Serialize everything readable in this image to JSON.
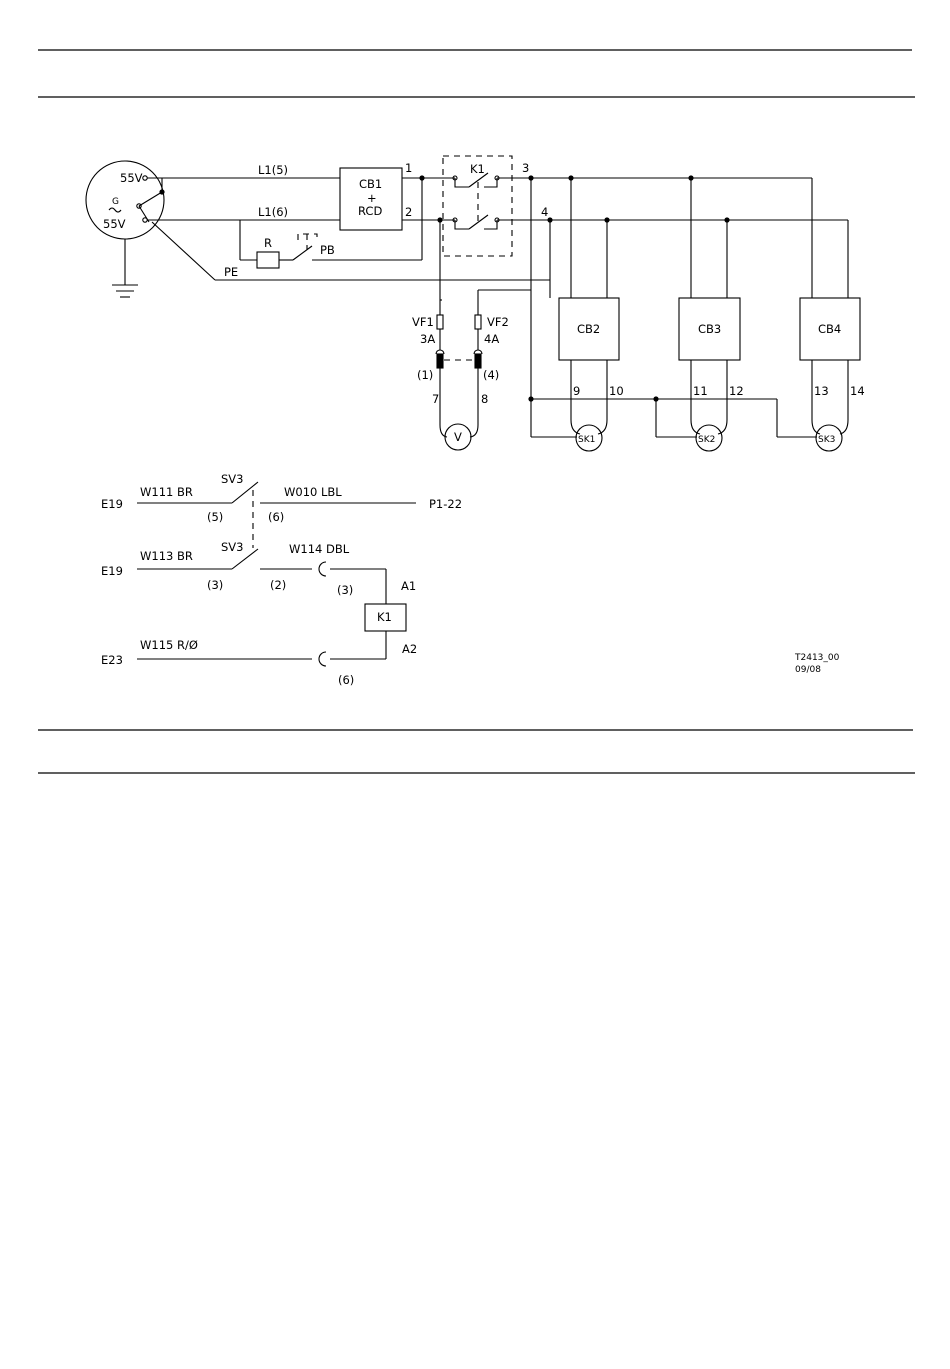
{
  "generator": {
    "upper_voltage": "55V",
    "lower_voltage": "55V",
    "symbol_letter": "G"
  },
  "wires_top": {
    "line1": "L1(5)",
    "line2": "L1(6)",
    "pe": "PE"
  },
  "components": {
    "r": "R",
    "pb": "PB",
    "cb1": [
      "CB1",
      "+",
      "RCD"
    ],
    "k1_top": "K1",
    "k1_coil": "K1",
    "cb2": "CB2",
    "cb3": "CB3",
    "cb4": "CB4",
    "vf1": "VF1",
    "vf1_rating": "3A",
    "vf2": "VF2",
    "vf2_rating": "4A",
    "conn_vf1": "(1)",
    "conn_vf2": "(4)",
    "voltmeter": "V",
    "sk1": "SK1",
    "sk2": "SK2",
    "sk3": "SK3"
  },
  "terminals": [
    "1",
    "2",
    "3",
    "4",
    "7",
    "8",
    "9",
    "10",
    "11",
    "12",
    "13",
    "14"
  ],
  "control_circuit": {
    "row1": {
      "source": "E19",
      "wire_in": "W111 BR",
      "switch": "SV3",
      "pin_a": "(5)",
      "pin_b": "(6)",
      "wire_out": "W010 LBL",
      "dest": "P1-22"
    },
    "row2": {
      "source": "E19",
      "wire_in": "W113 BR",
      "switch": "SV3",
      "pin_a": "(3)",
      "pin_b": "(2)",
      "wire_out": "W114 DBL",
      "pin_c": "(3)",
      "coil_top": "A1"
    },
    "row3": {
      "source": "E23",
      "wire_in": "W115 R/Ø",
      "pin": "(6)",
      "coil_bottom": "A2"
    }
  },
  "drawing_ref": {
    "number": "T2413_00",
    "date": "09/08"
  }
}
